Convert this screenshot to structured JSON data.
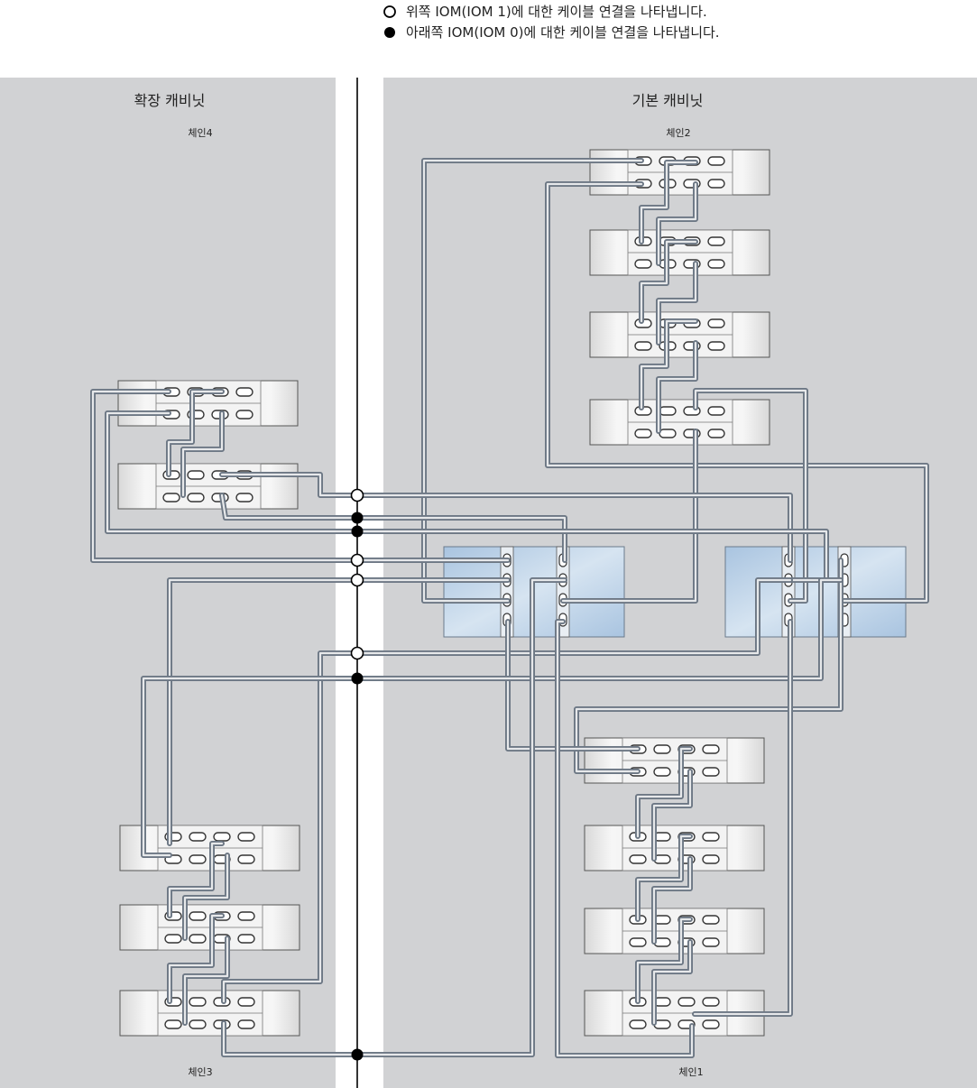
{
  "legend": {
    "items": [
      {
        "marker": "hollow-circle",
        "text": "위쪽 IOM(IOM 1)에 대한 케이블 연결을 나타냅니다."
      },
      {
        "marker": "filled-circle",
        "text": "아래쪽 IOM(IOM 0)에 대한 케이블 연결을 나타냅니다."
      }
    ]
  },
  "cabinets": {
    "expansion": {
      "title": "확장 캐비닛"
    },
    "base": {
      "title": "기본 캐비닛"
    }
  },
  "chains": {
    "chain1": "체인1",
    "chain2": "체인2",
    "chain3": "체인3",
    "chain4": "체인4"
  },
  "colors": {
    "cabinet_bg": "#d1d2d4",
    "shelf_fill": "#eeeeee",
    "controller_fill": "#bdd3e9",
    "cable_outer": "#6c7784",
    "cable_inner": "#e6e8ea",
    "bus_line": "#000000"
  }
}
